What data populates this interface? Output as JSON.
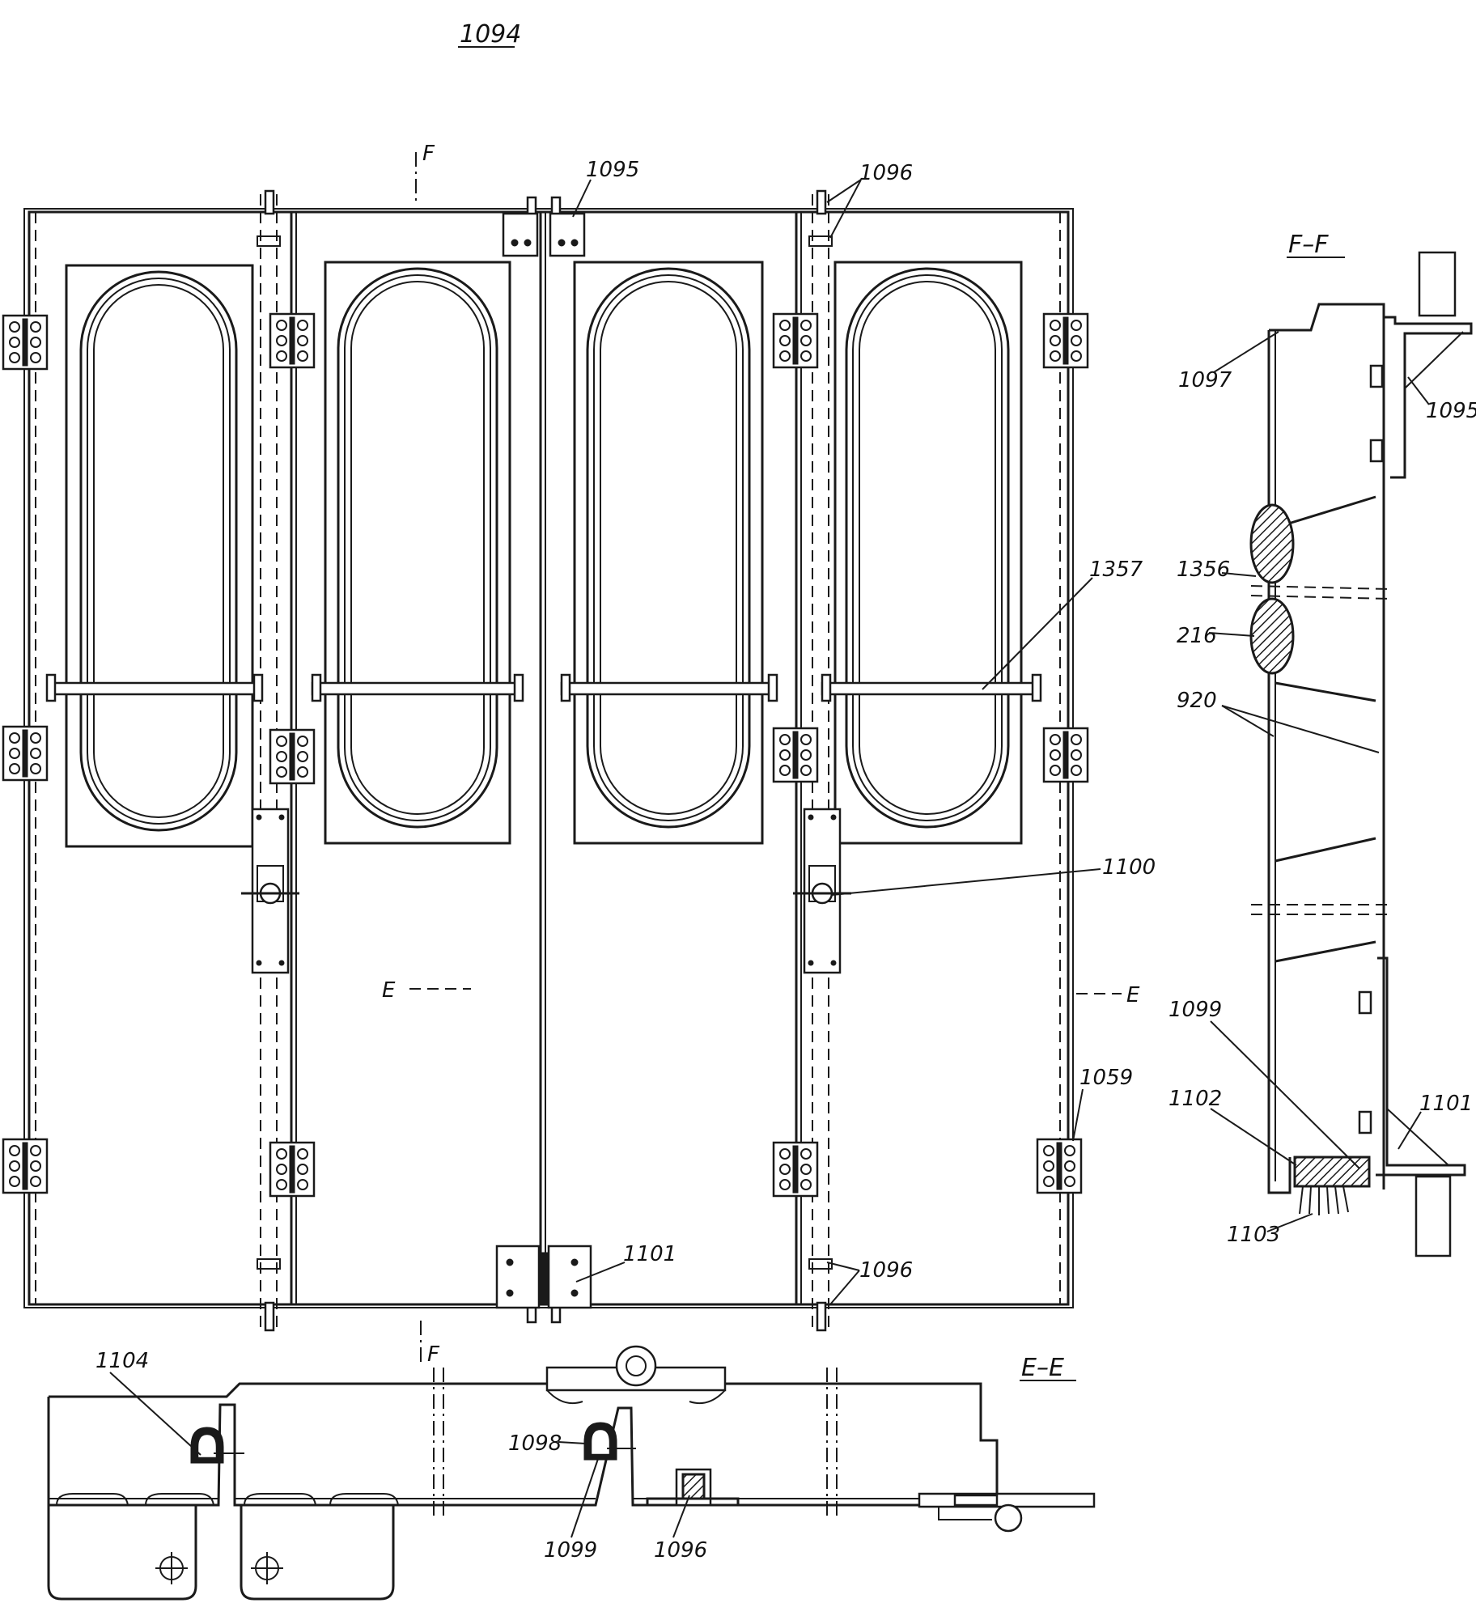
{
  "drawing": {
    "figure_number": "1094",
    "section_ff_label": "F–F",
    "section_ee_label": "E–E",
    "cut_marks": {
      "f_top": "F",
      "f_bottom": "F",
      "e_left": "E",
      "e_right": "E"
    },
    "callouts": {
      "c1095_top": "1095",
      "c1096_top": "1096",
      "c1357": "1357",
      "c1100": "1100",
      "c1059": "1059",
      "c1101_front": "1101",
      "c1096_bottom": "1096",
      "c1097": "1097",
      "c1095_side": "1095",
      "c1356": "1356",
      "c216": "216",
      "c920": "920",
      "c1099_side": "1099",
      "c1102": "1102",
      "c1101_side": "1101",
      "c1103": "1103",
      "c1104": "1104",
      "c1098": "1098",
      "c1099_ee": "1099",
      "c1096_ee": "1096"
    }
  }
}
